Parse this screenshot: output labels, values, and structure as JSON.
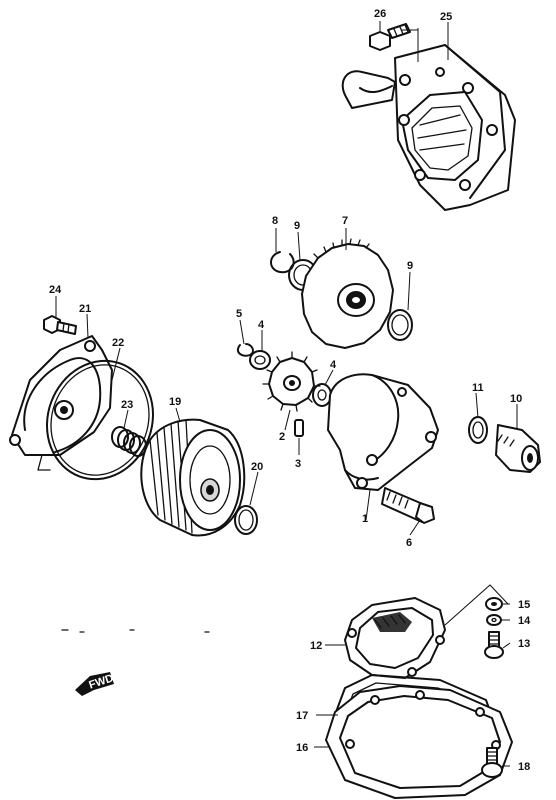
{
  "diagram": {
    "callouts": [
      {
        "id": "p1",
        "text": "1"
      },
      {
        "id": "p2",
        "text": "2"
      },
      {
        "id": "p3",
        "text": "3"
      },
      {
        "id": "p4a",
        "text": "4"
      },
      {
        "id": "p4b",
        "text": "4"
      },
      {
        "id": "p5",
        "text": "5"
      },
      {
        "id": "p6",
        "text": "6"
      },
      {
        "id": "p7",
        "text": "7"
      },
      {
        "id": "p8",
        "text": "8"
      },
      {
        "id": "p9a",
        "text": "9"
      },
      {
        "id": "p9b",
        "text": "9"
      },
      {
        "id": "p10",
        "text": "10"
      },
      {
        "id": "p11",
        "text": "11"
      },
      {
        "id": "p12",
        "text": "12"
      },
      {
        "id": "p13",
        "text": "13"
      },
      {
        "id": "p14",
        "text": "14"
      },
      {
        "id": "p15",
        "text": "15"
      },
      {
        "id": "p16",
        "text": "16"
      },
      {
        "id": "p17",
        "text": "17"
      },
      {
        "id": "p18",
        "text": "18"
      },
      {
        "id": "p19",
        "text": "19"
      },
      {
        "id": "p20",
        "text": "20"
      },
      {
        "id": "p21",
        "text": "21"
      },
      {
        "id": "p22",
        "text": "22"
      },
      {
        "id": "p23",
        "text": "23"
      },
      {
        "id": "p24",
        "text": "24"
      },
      {
        "id": "p25",
        "text": "25"
      },
      {
        "id": "p26",
        "text": "26"
      }
    ],
    "front_marker": "FWD"
  }
}
